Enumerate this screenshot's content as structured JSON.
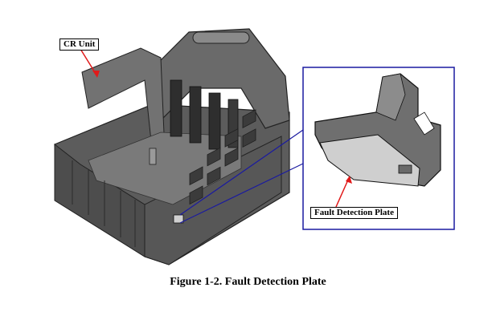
{
  "labels": {
    "cr_unit": "CR Unit",
    "fault_detection_plate": "Fault Detection Plate"
  },
  "caption": "Figure 1-2.  Fault Detection Plate",
  "colors": {
    "body_dark": "#4a4a4a",
    "body_mid": "#6e6e6e",
    "body_light": "#9a9a9a",
    "plate": "#cfcfcf",
    "inset_border": "#1a1aa0",
    "leader": "#e11a1a"
  }
}
